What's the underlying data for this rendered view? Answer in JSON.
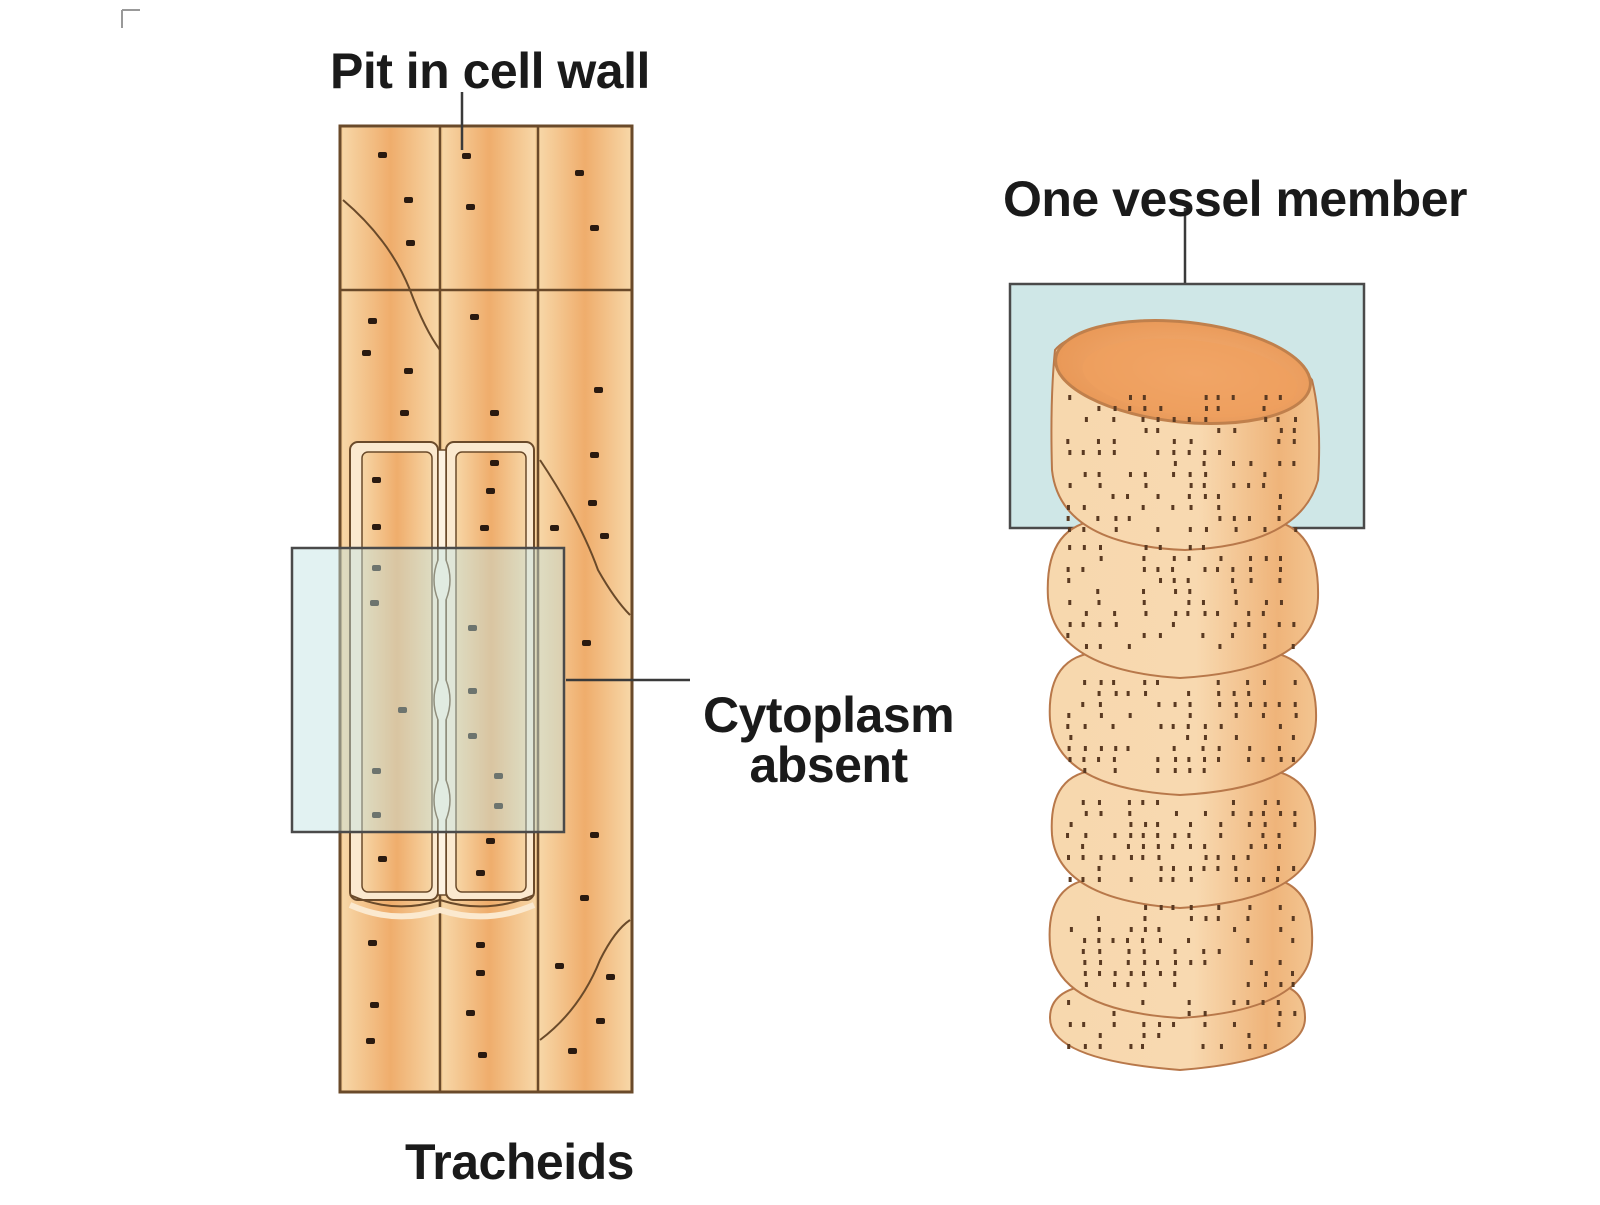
{
  "labels": {
    "pit": "Pit in cell wall",
    "vessel_member": "One vessel member",
    "cytoplasm_line1": "Cytoplasm",
    "cytoplasm_line2": "absent",
    "tracheids": "Tracheids"
  },
  "colors": {
    "cell_fill": "#f5c98f",
    "cell_mid": "#f0b070",
    "cell_dark": "#e89a58",
    "outline": "#3a2a1a",
    "highlight_box": "#cfe6e6",
    "pit_dot": "#2a1a10"
  }
}
